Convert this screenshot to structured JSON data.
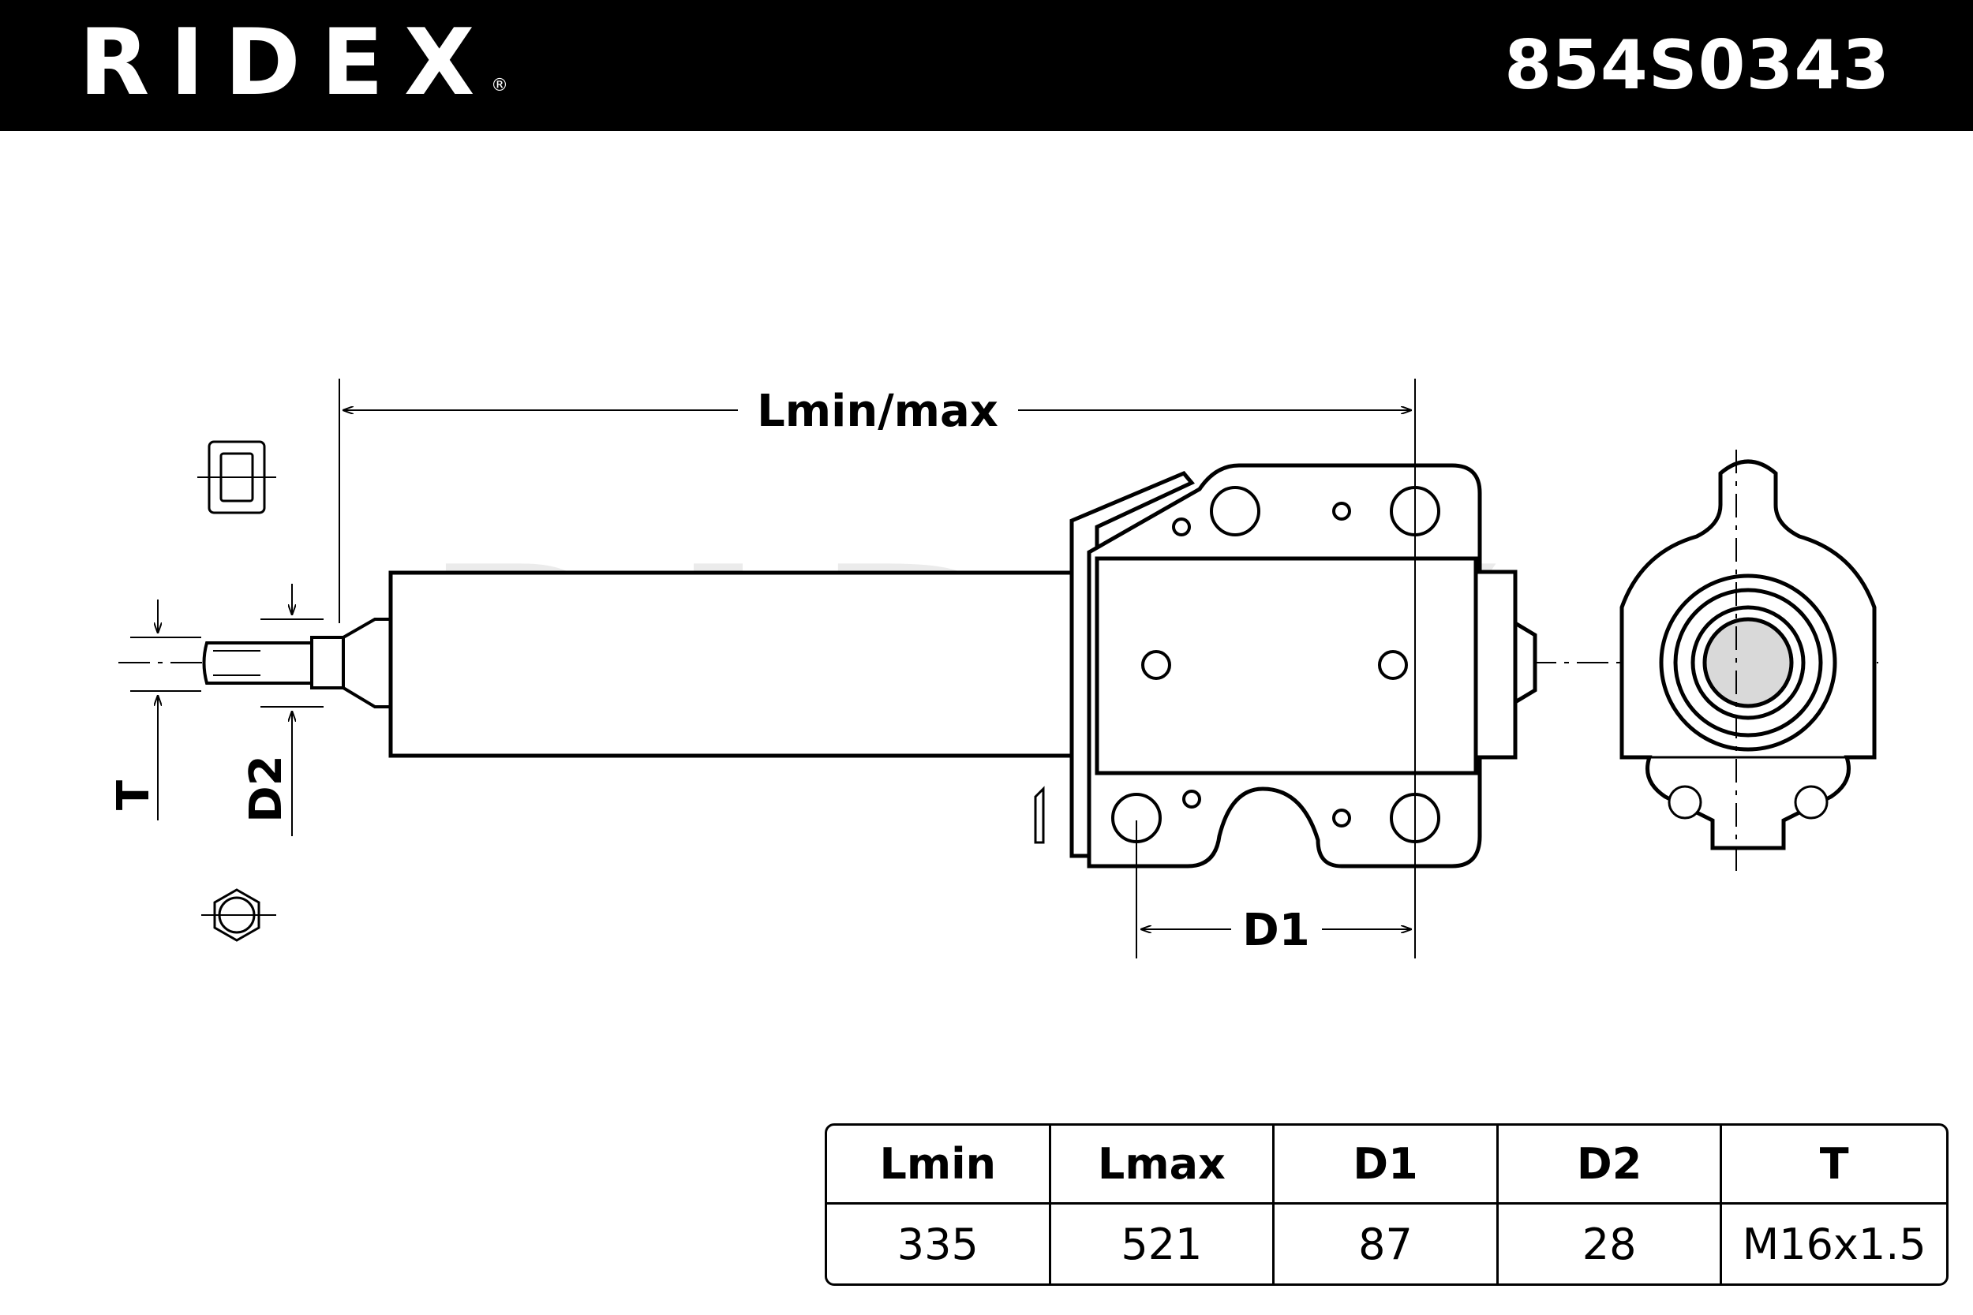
{
  "header": {
    "brand": "RIDEX",
    "brand_mark": "®",
    "part_number": "854S0343"
  },
  "drawing": {
    "watermark": "RIDEX",
    "labels": {
      "length": "Lmin/max",
      "d1": "D1",
      "d2": "D2",
      "t": "T"
    }
  },
  "table": {
    "headers": [
      "Lmin",
      "Lmax",
      "D1",
      "D2",
      "T"
    ],
    "values": [
      "335",
      "521",
      "87",
      "28",
      "M16x1.5"
    ]
  },
  "colors": {
    "header_bg": "#000000",
    "header_text": "#ffffff",
    "line": "#000000",
    "watermark": "#ebebeb"
  }
}
